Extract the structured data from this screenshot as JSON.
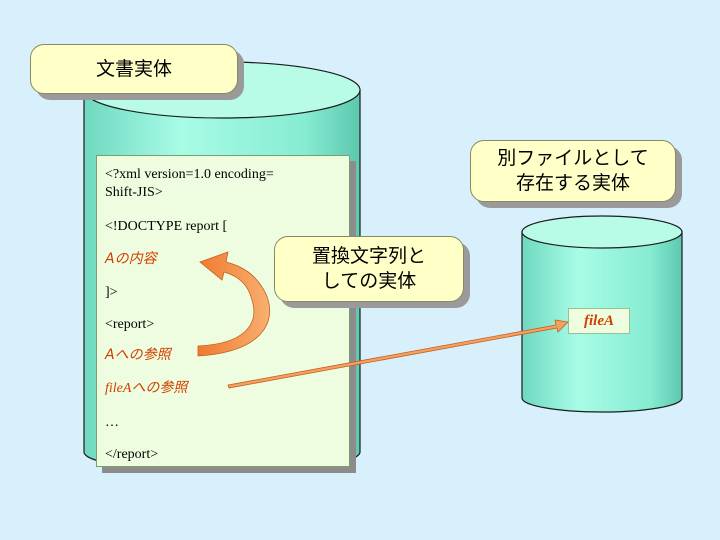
{
  "callouts": {
    "document_entity": "文書実体",
    "external_file_entity": [
      "別ファイルとして",
      "存在する実体"
    ],
    "replacement_text_entity": [
      "置換文字列と",
      "しての実体"
    ]
  },
  "code_lines": {
    "xml_decl_1": "<?xml version=1.0 encoding=",
    "xml_decl_2": "Shift-JIS>",
    "doctype": "<!DOCTYPE report [",
    "entity_a_content": "Aの内容",
    "bracket_close": "]>",
    "report_open": "<report>",
    "ref_a": "Aへの参照",
    "ref_filea_name": "fileA",
    "ref_filea_text": "への参照",
    "ellipsis": "…",
    "report_close": "</report>"
  },
  "external_file": {
    "label": "fileA"
  },
  "colors": {
    "background": "#d8f0fc",
    "cylinder_fill": "#8ff0d8",
    "cylinder_top": "#b8fce8",
    "callout_fill": "#ffffc8",
    "code_fill": "#eefde0",
    "reference_text": "#d24000",
    "arrow_orange": "#f0883c"
  }
}
